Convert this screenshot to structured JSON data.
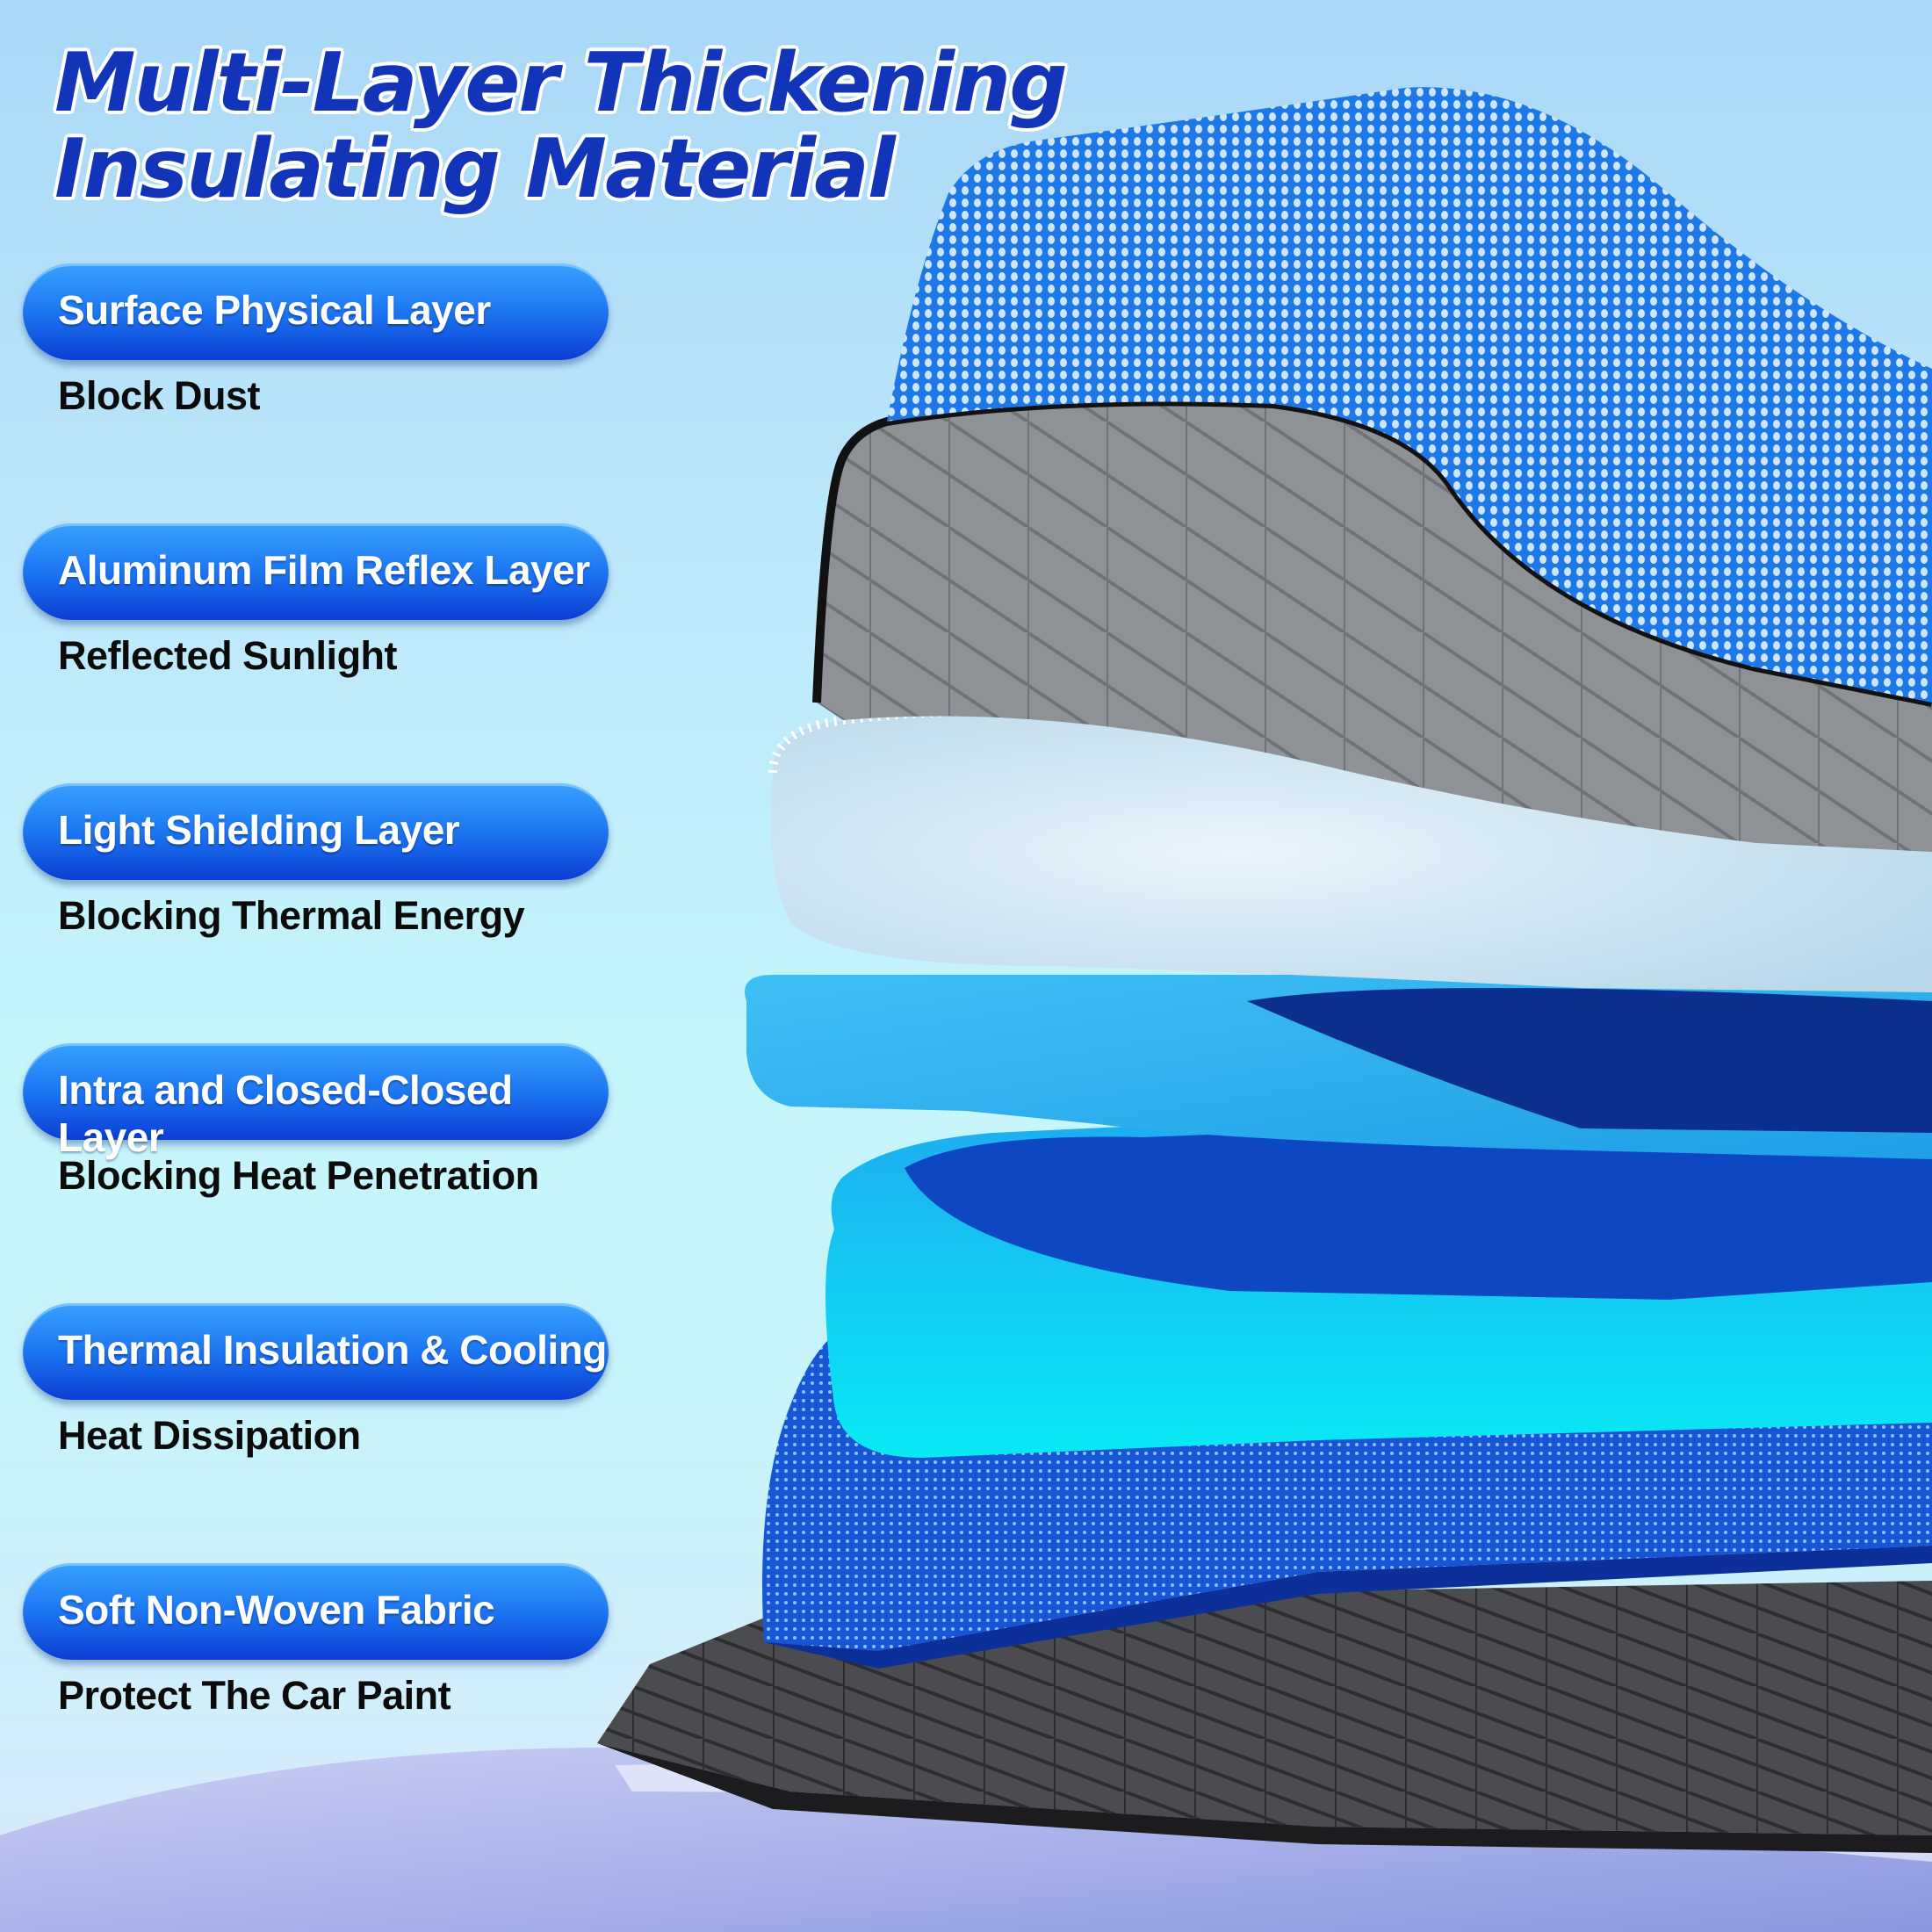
{
  "title": {
    "line1": "Multi-Layer Thickening",
    "line2": "Insulating Material"
  },
  "layers": [
    {
      "label": "Surface Physical Layer",
      "description": "Block Dust"
    },
    {
      "label": "Aluminum Film Reflex Layer",
      "description": "Reflected Sunlight"
    },
    {
      "label": "Light Shielding Layer",
      "description": "Blocking Thermal Energy"
    },
    {
      "label": "Intra and Closed-Closed Layer",
      "description": "Blocking Heat Penetration"
    },
    {
      "label": "Thermal Insulation & Cooling",
      "description": "Heat Dissipation"
    },
    {
      "label": "Soft Non-Woven Fabric",
      "description": "Protect The Car Paint"
    }
  ],
  "colors": {
    "title": "#1234b8",
    "pill_top": "#36a3ff",
    "pill_bottom": "#0a3fd4",
    "description": "#0b0b0b"
  }
}
